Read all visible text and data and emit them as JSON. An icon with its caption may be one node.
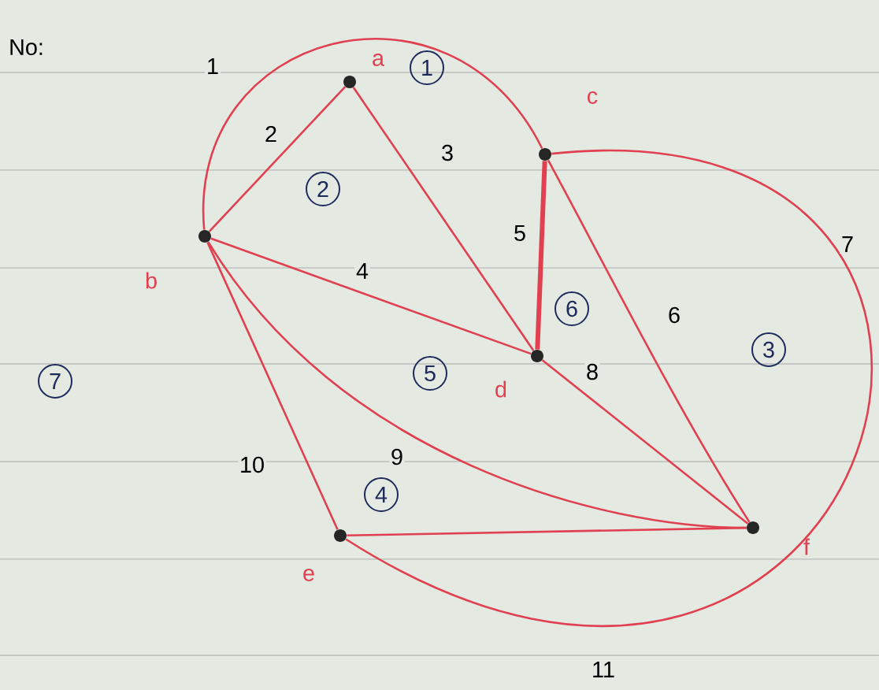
{
  "diagram": {
    "nodes": [
      {
        "text": [],
        "shape": "circle",
        "beside": [
          "a"
        ]
      },
      {
        "text": [],
        "shape": "circle",
        "beside": [
          "b"
        ]
      },
      {
        "text": [],
        "shape": "circle",
        "beside": [
          "c"
        ]
      },
      {
        "text": [],
        "shape": "circle",
        "beside": [
          "d"
        ]
      },
      {
        "text": [],
        "shape": "circle",
        "beside": [
          "e"
        ]
      },
      {
        "text": [],
        "shape": "circle",
        "beside": [
          "f"
        ]
      },
      {
        "text": [
          "1"
        ]
      },
      {
        "text": [
          "2"
        ]
      },
      {
        "text": [
          "6"
        ]
      },
      {
        "text": [
          "3"
        ]
      },
      {
        "text": [
          "5"
        ]
      },
      {
        "text": [
          "4"
        ]
      },
      {
        "text": [
          "7"
        ]
      }
    ],
    "edges": [
      {
        "from": 1,
        "to": 2,
        "arrow": "none",
        "label": "1"
      },
      {
        "from": 0,
        "to": 1,
        "arrow": "none",
        "label": "2"
      },
      {
        "from": 0,
        "to": 3,
        "arrow": "none",
        "label": "3"
      },
      {
        "from": 1,
        "to": 3,
        "arrow": "none",
        "label": "4"
      },
      {
        "from": 2,
        "to": 3,
        "arrow": "none",
        "label": "5",
        "style": "thick"
      },
      {
        "from": 2,
        "to": 5,
        "arrow": "none",
        "label": "6"
      },
      {
        "from": 2,
        "to": 4,
        "arrow": "none",
        "label": "7"
      },
      {
        "from": 3,
        "to": 5,
        "arrow": "none",
        "label": "8"
      },
      {
        "from": 1,
        "to": 5,
        "arrow": "none",
        "label": "9"
      },
      {
        "from": 1,
        "to": 4,
        "arrow": "none",
        "label": "10"
      },
      {
        "from": 4,
        "to": 5,
        "arrow": "none"
      }
    ],
    "labels": [
      "No:",
      "11"
    ]
  }
}
